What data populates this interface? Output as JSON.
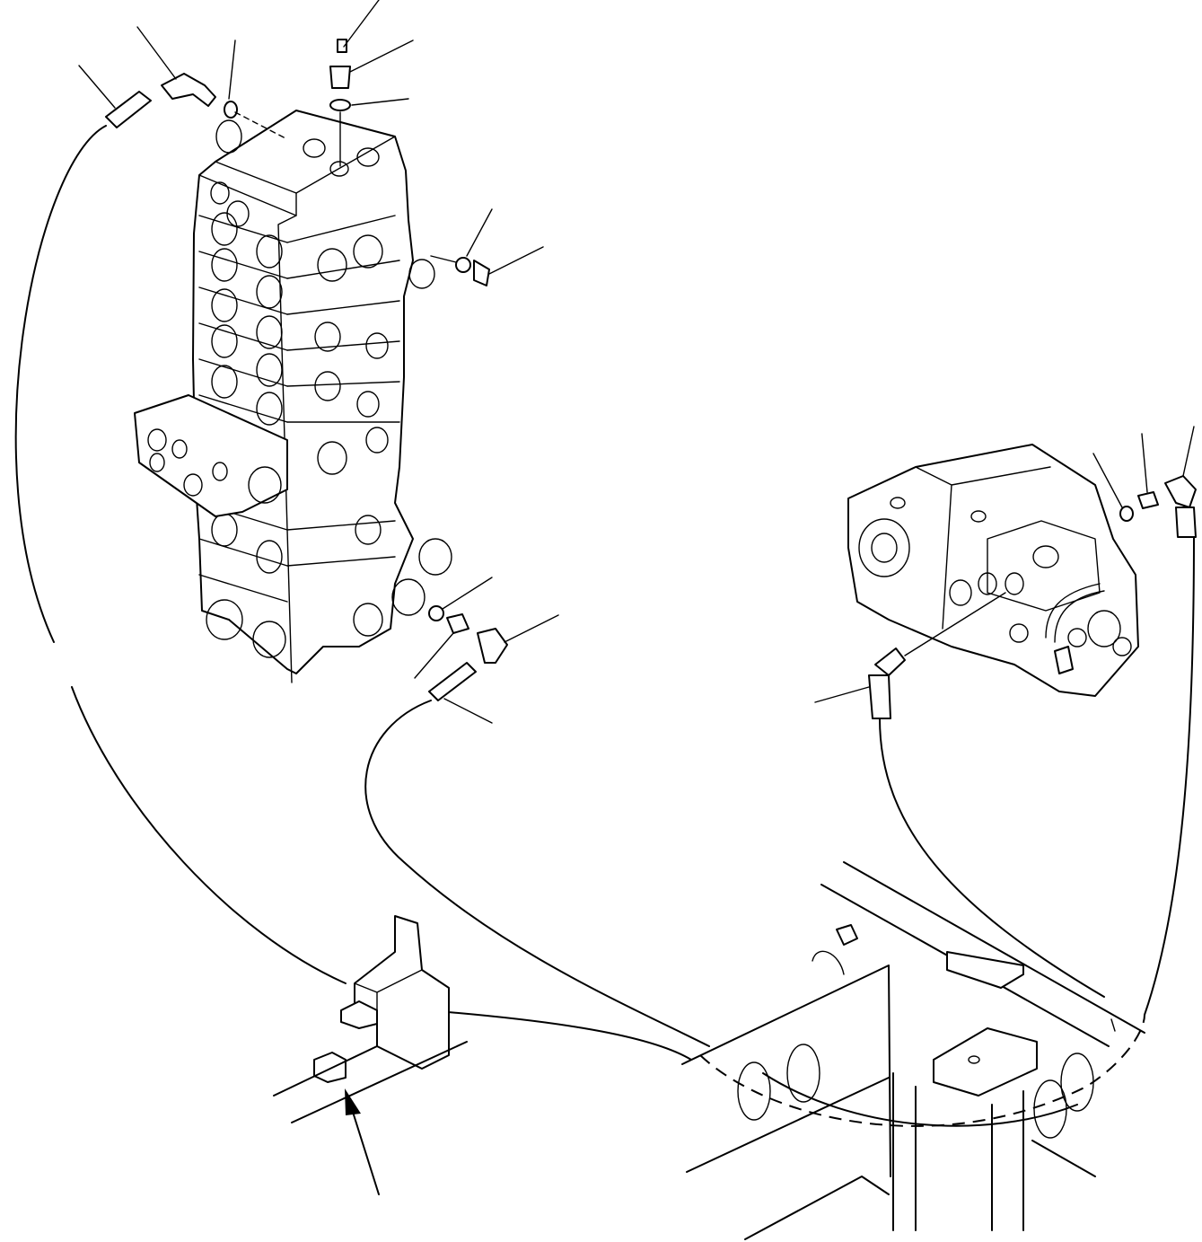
{
  "diagram": {
    "components": [
      {
        "name": "control-valve",
        "icon": "control-valve-icon"
      },
      {
        "name": "pump",
        "icon": "hydraulic-pump-icon"
      },
      {
        "name": "hose-clamp-bracket",
        "icon": "clamp-bracket-icon"
      },
      {
        "name": "revolving-frame",
        "icon": "frame-icon"
      }
    ],
    "callouts": {
      "count": 17,
      "labels_printed": false
    },
    "colors": {
      "line": "#000000",
      "background": "#ffffff"
    }
  }
}
